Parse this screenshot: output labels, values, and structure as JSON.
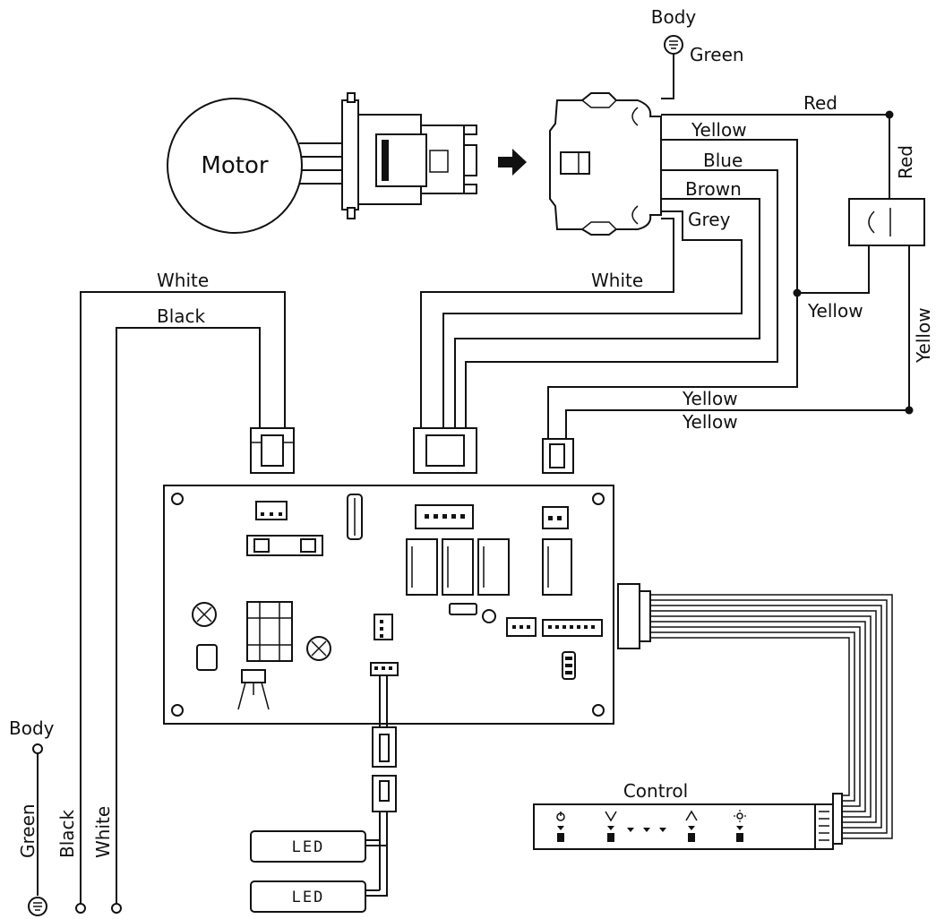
{
  "motor": {
    "label": "Motor"
  },
  "body_top": {
    "label": "Body",
    "wire": "Green"
  },
  "body_left": {
    "label": "Body",
    "wire_green": "Green",
    "wire_black": "Black",
    "wire_white": "White"
  },
  "wires": {
    "red_top": "Red",
    "red_vertical": "Red",
    "yellow_1": "Yellow",
    "blue": "Blue",
    "brown": "Brown",
    "grey": "Grey",
    "white_motor": "White",
    "yellow_cap": "Yellow",
    "yellow_vertical": "Yellow",
    "yellow_board_1": "Yellow",
    "yellow_board_2": "Yellow",
    "white_power": "White",
    "black_power": "Black"
  },
  "control": {
    "label": "Control"
  },
  "leds": [
    {
      "label": "LED"
    },
    {
      "label": "LED"
    }
  ],
  "colors": {
    "line": "#111111",
    "background": "#ffffff"
  }
}
